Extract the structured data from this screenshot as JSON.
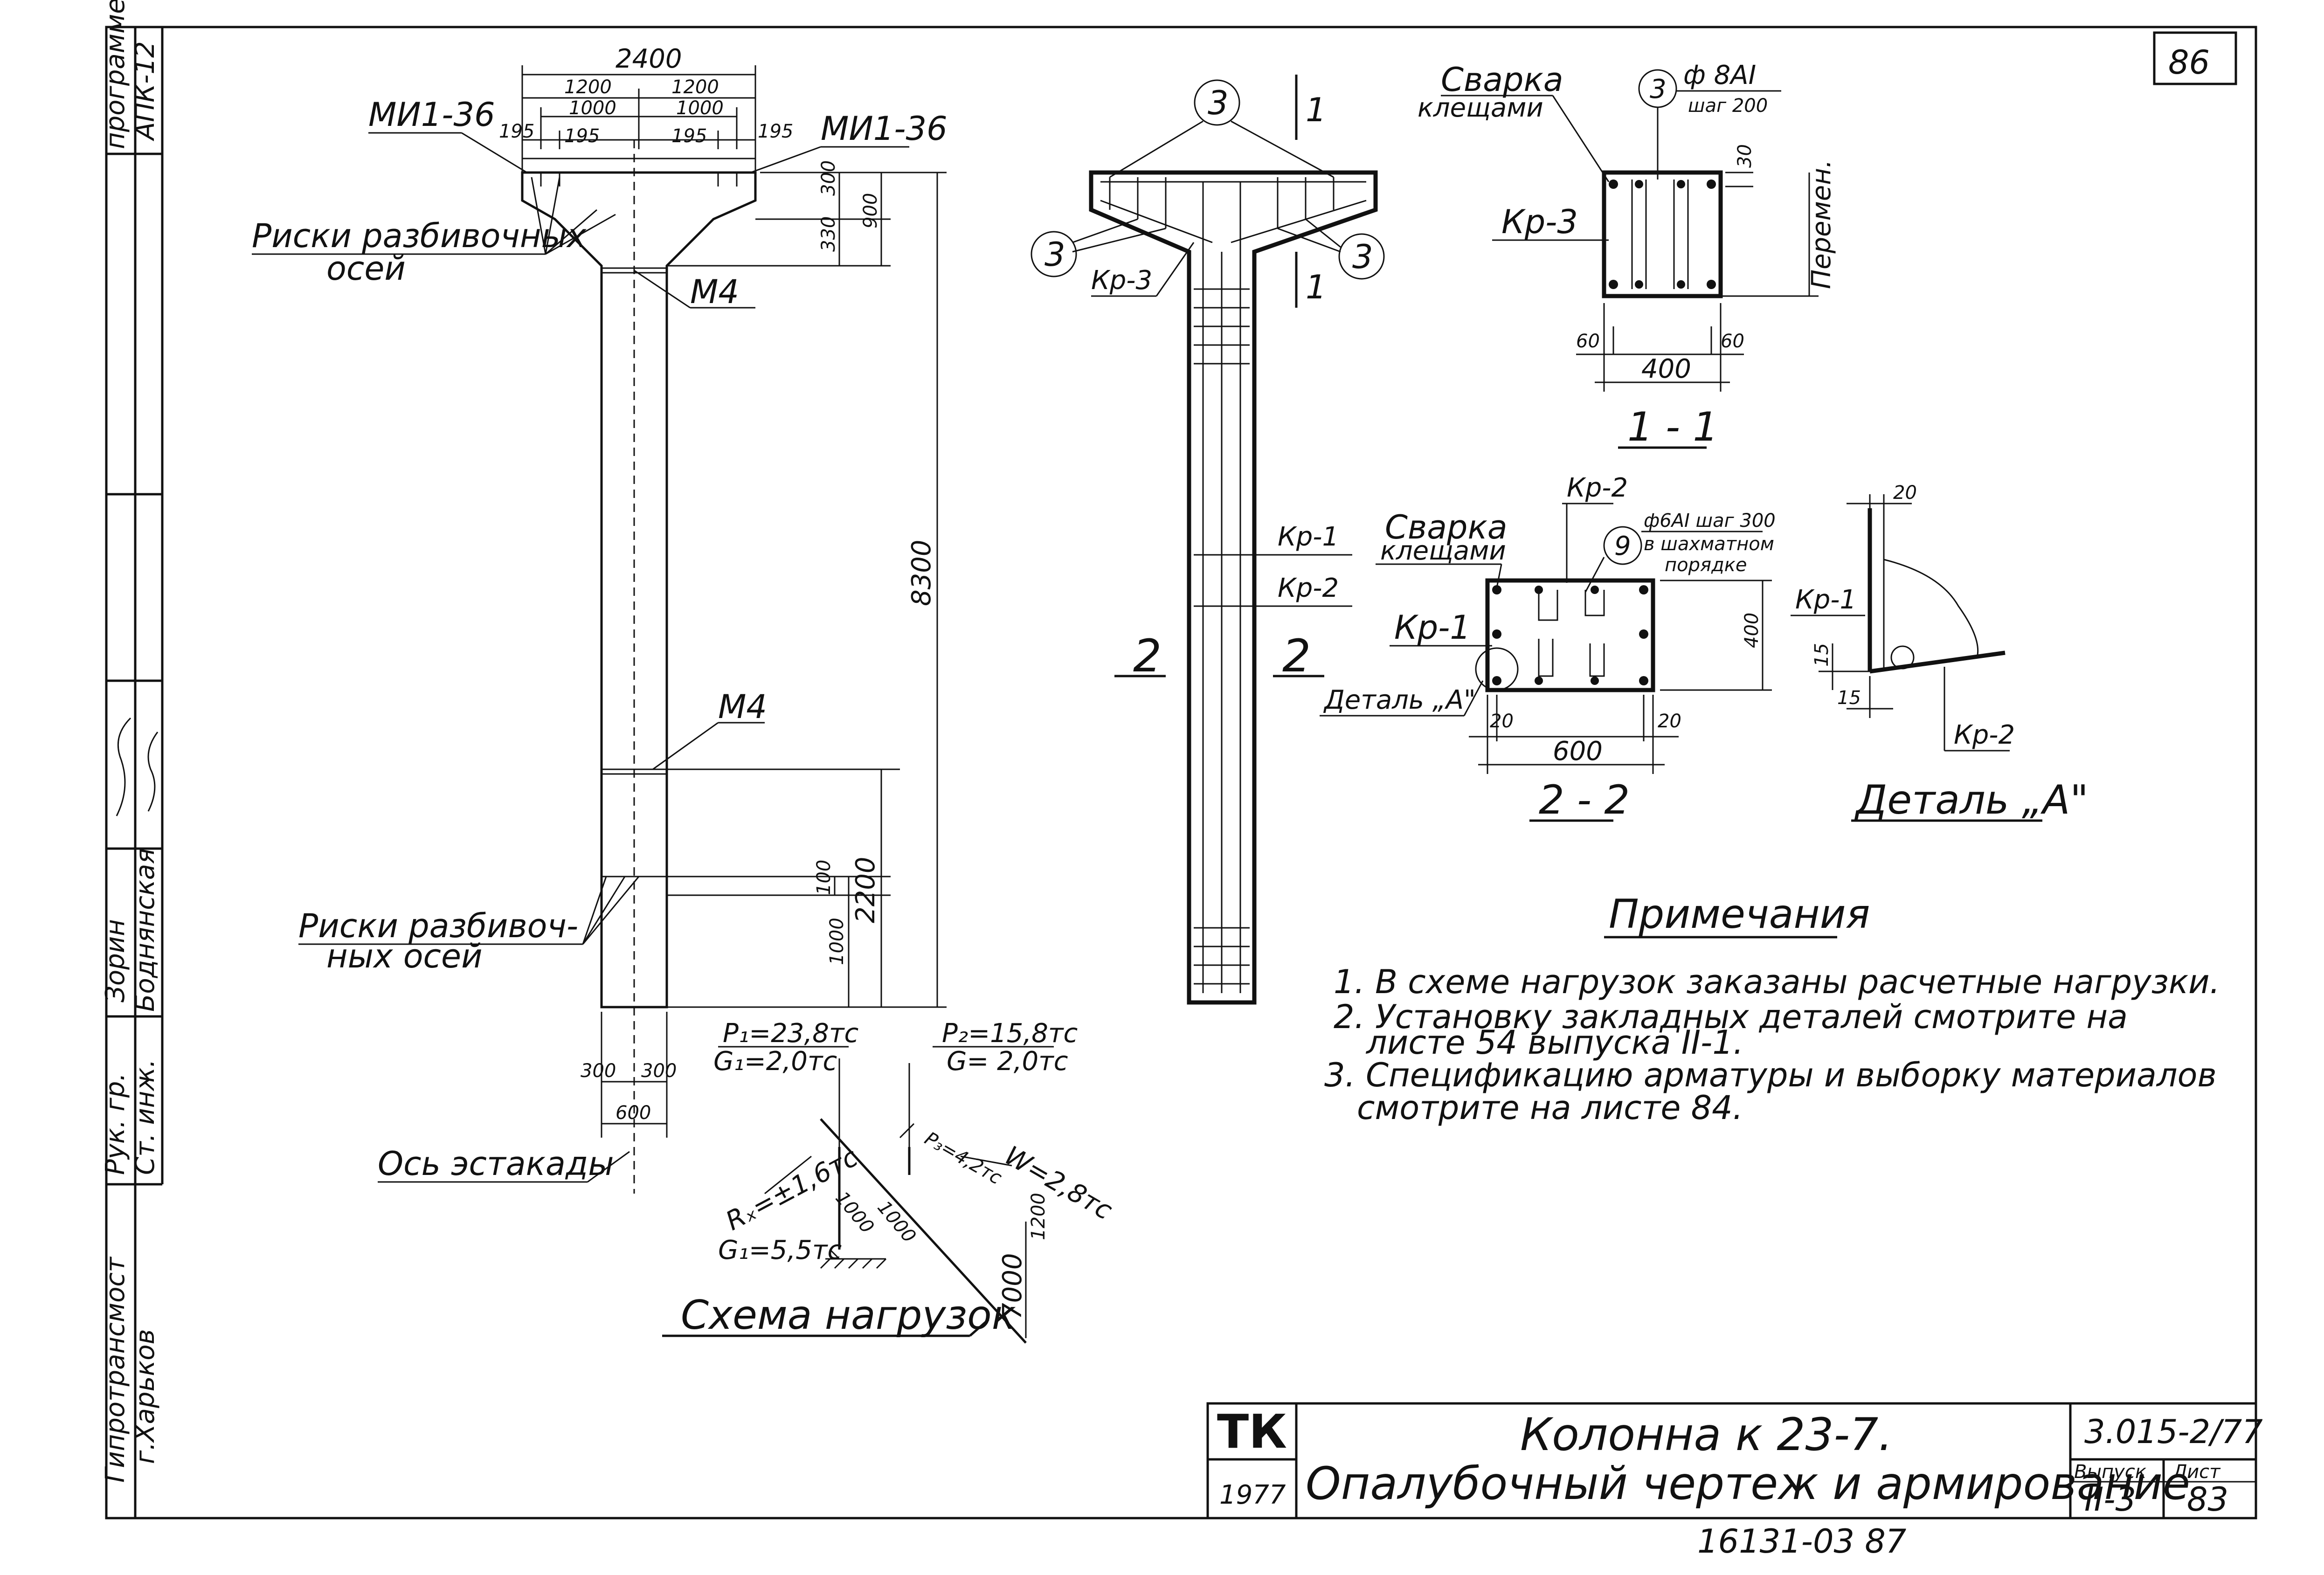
{
  "sheet": {
    "page_number": "86",
    "stamp_number": "16131-03 87"
  },
  "side_strip": {
    "program": "программе",
    "program_code": "АПК-12",
    "role_head": "Рук. гр.",
    "role_eng": "Ст. инж.",
    "name_head": "Зорин",
    "name_eng": "Боднянская",
    "org_1": "Гипротрансмост",
    "org_2": "г.Харьков"
  },
  "elevation": {
    "dims": {
      "total_width": "2400",
      "half_left": "1200",
      "half_right": "1200",
      "inner_left": "1000",
      "inner_right": "1000",
      "edge_1": "195",
      "edge_2": "195",
      "edge_3": "195",
      "edge_4": "195",
      "d330": "330",
      "d300": "300",
      "d900": "900",
      "height_total": "8300",
      "d2200": "2200",
      "d100": "100",
      "d1000": "1000",
      "w300_left": "300",
      "w300_right": "300",
      "w600": "600"
    },
    "labels": {
      "mi_left": "МИ1-36",
      "mi_right": "МИ1-36",
      "risks_top_1": "Риски разбивочных",
      "risks_top_2": "осей",
      "m4_top": "М4",
      "m4_mid": "М4",
      "risks_bot_1": "Риски разбивоч-",
      "risks_bot_2": "ных осей",
      "axis": "Ось эстакады"
    }
  },
  "reinforcement": {
    "marker_3": "3",
    "kp3": "Кр-3",
    "kp1": "Кр-1",
    "kp2": "Кр-2",
    "cut_2": "2",
    "cut_1_top": "1",
    "cut_1_bot": "1"
  },
  "section_1": {
    "welding_1": "Сварка",
    "welding_2": "клещами",
    "marker": "3",
    "bar": "ф 8АI",
    "pitch": "шаг 200",
    "kp3": "Кр-3",
    "variable": "Перемен.",
    "d30": "30",
    "d60_left": "60",
    "d60_right": "60",
    "d400": "400",
    "title": "1 - 1"
  },
  "section_2": {
    "kp2": "Кр-2",
    "welding_1": "Сварка",
    "welding_2": "клещами",
    "marker": "9",
    "bar_1": "ф6АI шаг 300",
    "bar_2": "в шахматном",
    "bar_3": "порядке",
    "kp1": "Кр-1",
    "detail_ref": "Деталь „А\"",
    "d400": "400",
    "d20_left": "20",
    "d20_right": "20",
    "d600": "600",
    "title": "2 - 2"
  },
  "detail_a": {
    "d20": "20",
    "kp1": "Кр-1",
    "d15_v": "15",
    "d15_h": "15",
    "kp2": "Кр-2",
    "title": "Деталь „А\""
  },
  "load_scheme": {
    "p1": "P₁=23,8тс",
    "g1_top": "G₁=2,0тс",
    "p2": "P₂=15,8тс",
    "g_top": "G= 2,0тс",
    "rx": "Rₓ=±1,6тс",
    "p3": "P₃=4,2тс",
    "w": "W=2,8тс",
    "d1000_a": "1000",
    "d1000_b": "1000",
    "d1200": "1200",
    "g1_bottom": "G₁=5,5тс",
    "d7000": "7000",
    "title": "Схема нагрузок"
  },
  "notes": {
    "title": "Примечания",
    "lines": [
      "1. В схеме нагрузок заказаны расчетные нагрузки.",
      "2. Установку закладных деталей смотрите на",
      "листе 54 выпуска II-1.",
      "3. Спецификацию арматуры и выборку материалов",
      "смотрите на листе 84."
    ]
  },
  "title_block": {
    "logo": "ТК",
    "year": "1977",
    "name": "Колонна к 23-7.",
    "subtitle": "Опалубочный чертеж и армирование",
    "code": "3.015-2/77",
    "issue_label": "Выпуск",
    "sheet_label": "Лист",
    "issue": "II-3",
    "sheet": "83"
  }
}
